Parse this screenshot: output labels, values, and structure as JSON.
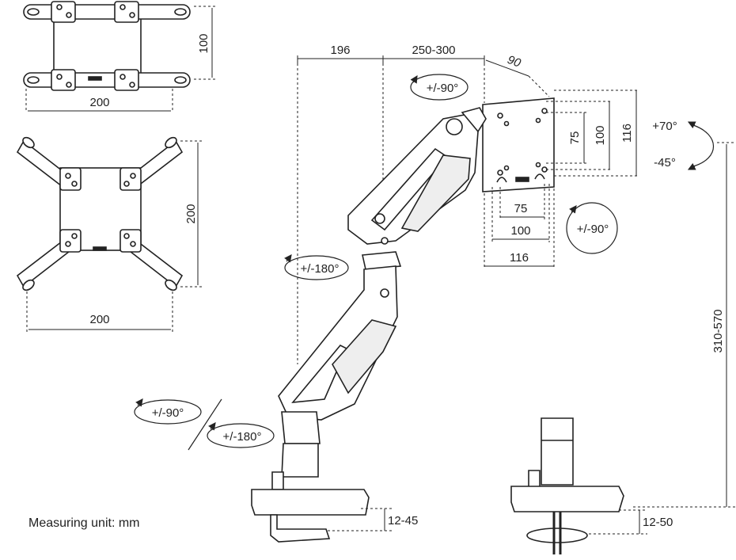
{
  "vesa_top": {
    "height": "100",
    "width": "200"
  },
  "vesa_bottom": {
    "height": "200",
    "width": "200"
  },
  "arm_dims": {
    "d196": "196",
    "d250_300": "250-300",
    "d90": "90",
    "plate_75_v": "75",
    "plate_100_v": "100",
    "plate_116_v": "116",
    "plate_75_h": "75",
    "plate_100_h": "100",
    "plate_116_h": "116",
    "height_range": "310-570",
    "clamp_range": "12-45",
    "grommet_range": "12-50"
  },
  "angles": {
    "head_swivel": "+/-90°",
    "tilt_up": "+70°",
    "tilt_down": "-45°",
    "rotate": "+/-90°",
    "elbow": "+/-180°",
    "base_swivel_a": "+/-90°",
    "base_swivel_b": "+/-180°"
  },
  "caption": "Measuring unit: mm",
  "colors": {
    "line": "#222222",
    "fill": "#ffffff",
    "dash": "#555555"
  }
}
